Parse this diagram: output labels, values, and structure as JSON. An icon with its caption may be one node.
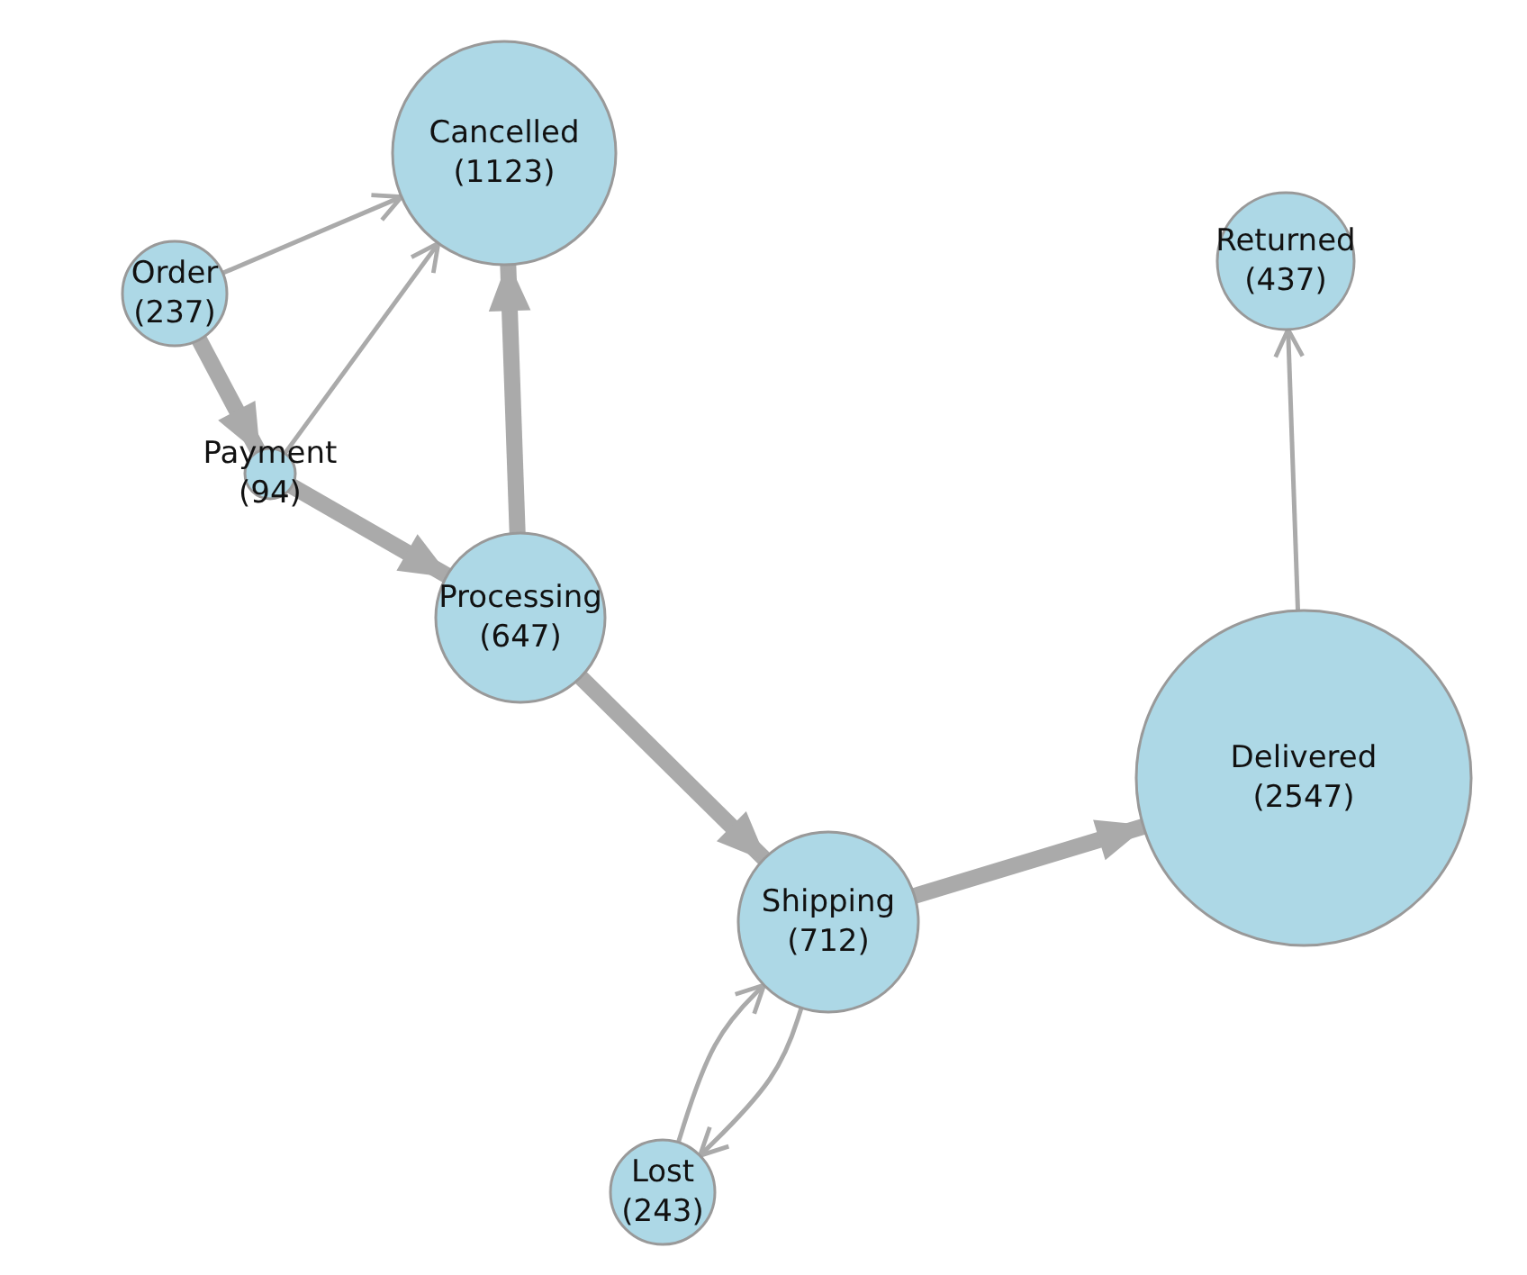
{
  "diagram": {
    "nodes": [
      {
        "text": [
          "Order (237)"
        ]
      },
      {
        "text": [
          "Cancelled (1123)"
        ]
      },
      {
        "text": [
          "Payment (94)"
        ]
      },
      {
        "text": [
          "Processing (647)"
        ]
      },
      {
        "text": [
          "Returned (437)"
        ]
      },
      {
        "text": [
          "Delivered (2547)"
        ]
      },
      {
        "text": [
          "Shipping (712)"
        ]
      },
      {
        "text": [
          "Lost (243)"
        ]
      }
    ],
    "edges": [
      {
        "from": 0,
        "to": 1,
        "arrow": "to"
      },
      {
        "from": 0,
        "to": 2,
        "arrow": "to",
        "style": "thick"
      },
      {
        "from": 2,
        "to": 1,
        "arrow": "to"
      },
      {
        "from": 2,
        "to": 3,
        "arrow": "to",
        "style": "thick"
      },
      {
        "from": 3,
        "to": 1,
        "arrow": "to",
        "style": "thick"
      },
      {
        "from": 3,
        "to": 6,
        "arrow": "to",
        "style": "thick"
      },
      {
        "from": 6,
        "to": 5,
        "arrow": "to",
        "style": "thick"
      },
      {
        "from": 5,
        "to": 4,
        "arrow": "to"
      },
      {
        "from": 6,
        "to": 7,
        "arrow": "to"
      },
      {
        "from": 7,
        "to": 6,
        "arrow": "to"
      }
    ]
  }
}
